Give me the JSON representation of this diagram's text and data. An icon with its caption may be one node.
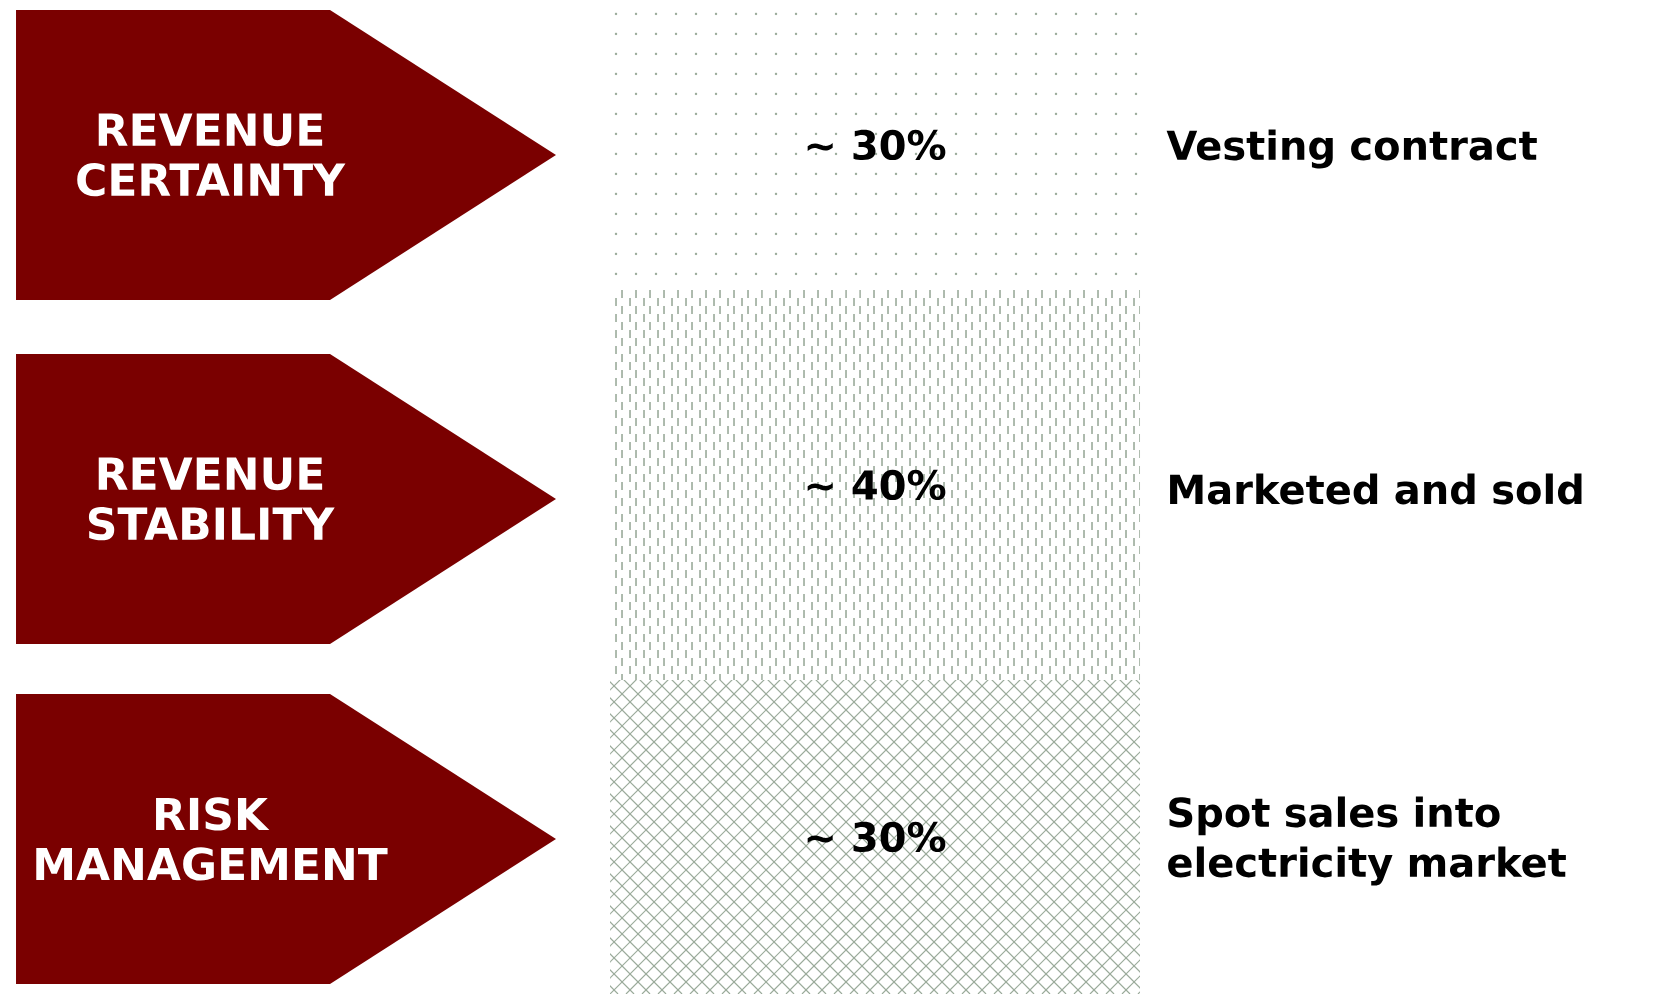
{
  "diagram": {
    "nodes": [
      {
        "text": [
          "REVENUE CERTAINTY"
        ]
      },
      {
        "text": [
          "~ 30%"
        ]
      },
      {
        "text": [
          "REVENUE STABILITY"
        ]
      },
      {
        "text": [
          "~ 40%"
        ]
      },
      {
        "text": [
          "RISK MANAGEMENT"
        ]
      },
      {
        "text": [
          "~ 30%"
        ]
      }
    ],
    "labels": [
      "Vesting contract",
      "Marketed and sold",
      "Spot sales into electricity market"
    ]
  }
}
